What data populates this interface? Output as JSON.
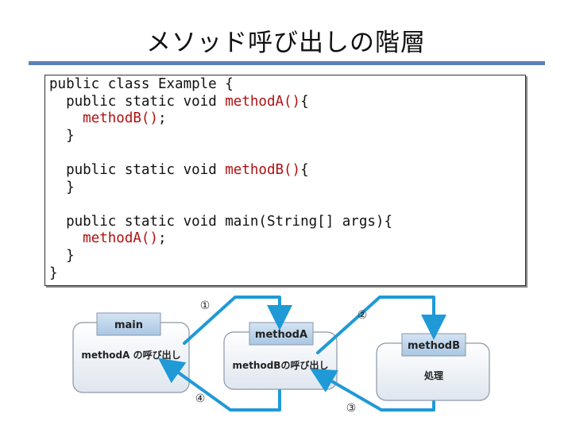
{
  "slide": {
    "title": "メソッド呼び出しの階層"
  },
  "code": {
    "lines": [
      {
        "indent": "",
        "pre": "public class Example {",
        "hl": "",
        "post": ""
      },
      {
        "indent": "  ",
        "pre": "public static void ",
        "hl": "methodA()",
        "post": "{"
      },
      {
        "indent": "    ",
        "pre": "",
        "hl": "methodB()",
        "post": ";"
      },
      {
        "indent": "  ",
        "pre": "}",
        "hl": "",
        "post": ""
      },
      {
        "indent": "",
        "pre": "",
        "hl": "",
        "post": ""
      },
      {
        "indent": "  ",
        "pre": "public static void ",
        "hl": "methodB()",
        "post": "{"
      },
      {
        "indent": "  ",
        "pre": "}",
        "hl": "",
        "post": ""
      },
      {
        "indent": "",
        "pre": "",
        "hl": "",
        "post": ""
      },
      {
        "indent": "  ",
        "pre": "public static void main(String[] args){",
        "hl": "",
        "post": ""
      },
      {
        "indent": "    ",
        "pre": "",
        "hl": "methodA()",
        "post": ";"
      },
      {
        "indent": "  ",
        "pre": "}",
        "hl": "",
        "post": ""
      },
      {
        "indent": "",
        "pre": "}",
        "hl": "",
        "post": ""
      }
    ]
  },
  "diagram": {
    "main_label": "main",
    "main_body": "methodA の呼び出し",
    "methodA_label": "methodA",
    "methodA_body": "methodBの呼び出し",
    "methodB_label": "methodB",
    "methodB_body": "処理",
    "step1": "①",
    "step2": "②",
    "step3": "③",
    "step4": "④",
    "colors": {
      "arrow": "#1f9ad6",
      "label_fill": "#bcd5ec",
      "panel_fill": "#eef2f7",
      "panel_stroke": "#8a96a8",
      "code_highlight": "#b01010",
      "title_rule": "#5d7fb8"
    }
  }
}
